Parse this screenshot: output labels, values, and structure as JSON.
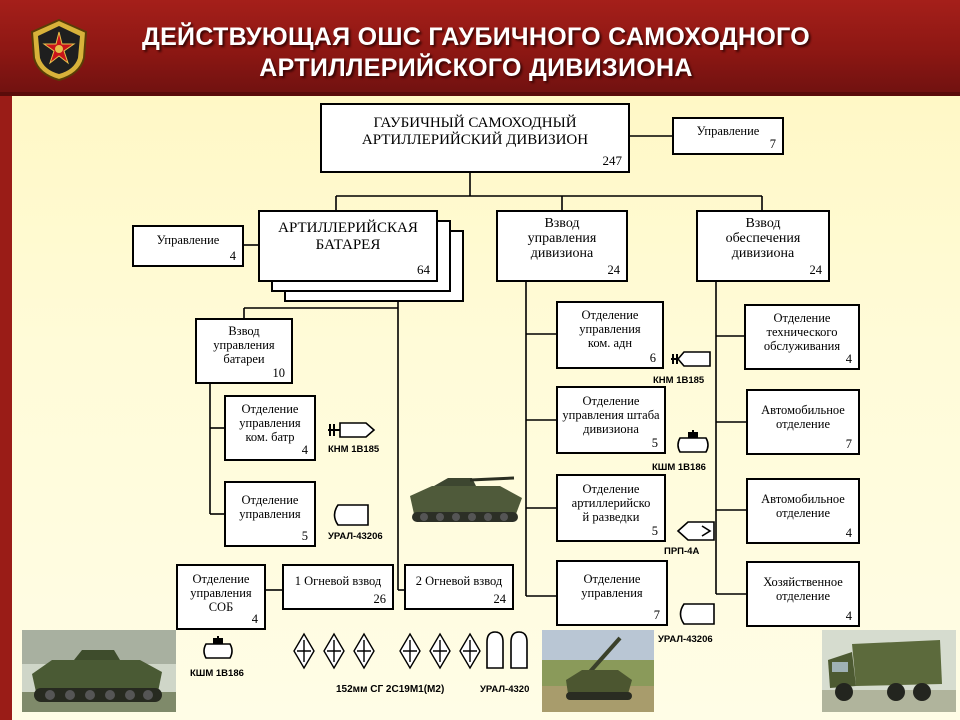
{
  "header": {
    "title_line1": "ДЕЙСТВУЮЩАЯ ОШС ГАУБИЧНОГО САМОХОДНОГО",
    "title_line2": "АРТИЛЛЕРИЙСКОГО ДИВИЗИОНА",
    "colors": {
      "banner": "#8c1713",
      "panel": "#fffbd8"
    },
    "emblem_icon": "army-emblem-icon"
  },
  "division": {
    "label": "ГАУБИЧНЫЙ САМОХОДНЫЙ\nАРТИЛЛЕРИЙСКИЙ ДИВИЗИОН",
    "count": "247"
  },
  "division_mgmt": {
    "label": "Управление",
    "count": "7"
  },
  "battery": {
    "label": "АРТИЛЛЕРИЙСКАЯ\nБАТАРЕЯ",
    "count": "64"
  },
  "battery_mgmt": {
    "label": "Управление",
    "count": "4"
  },
  "ctrl_platoon": {
    "label": "Взвод\nуправления\nдивизиона",
    "count": "24"
  },
  "support_platoon": {
    "label": "Взвод\nобеспечения\nдивизиона",
    "count": "24"
  },
  "battery_ctrl_platoon": {
    "label": "Взвод\nуправления\nбатареи",
    "count": "10"
  },
  "bat_cmd_section": {
    "label": "Отделение\nуправления\nком. батр",
    "count": "4"
  },
  "bat_ctrl_section": {
    "label": "Отделение\nуправления",
    "count": "5"
  },
  "sob_section": {
    "label": "Отделение\nуправления\nСОБ",
    "count": "4"
  },
  "fire_platoon_1": {
    "label": "1 Огневой взвод",
    "count": "26"
  },
  "fire_platoon_2": {
    "label": "2 Огневой взвод",
    "count": "24"
  },
  "adn_cmd_section": {
    "label": "Отделение\nуправления\nком. адн",
    "count": "6"
  },
  "hq_section": {
    "label": "Отделение\nуправления штаба\nдивизиона",
    "count": "5"
  },
  "recon_section": {
    "label": "Отделение\nартиллерийско\nй разведки",
    "count": "5"
  },
  "ctrl_section": {
    "label": "Отделение\nуправления",
    "count": "7"
  },
  "maint_section": {
    "label": "Отделение\nтехнического\nобслуживания",
    "count": "4"
  },
  "auto_section_1": {
    "label": "Автомобильное\nотделение",
    "count": "7"
  },
  "auto_section_2": {
    "label": "Автомобильное\nотделение",
    "count": "4"
  },
  "household_section": {
    "label": "Хозяйственное\nотделение",
    "count": "4"
  },
  "tags": {
    "knm_bat": "КНМ 1В185",
    "ural_bat": "УРАЛ-43206",
    "kshm_sob": "КШМ 1В186",
    "guns": "152мм СГ 2С19М1(М2)",
    "ural_fire": "УРАЛ-4320",
    "knm_adn": "КНМ 1В185",
    "kshm_hq": "КШМ 1В186",
    "prp": "ПРП-4А",
    "ural_ctrl": "УРАЛ-43206"
  }
}
